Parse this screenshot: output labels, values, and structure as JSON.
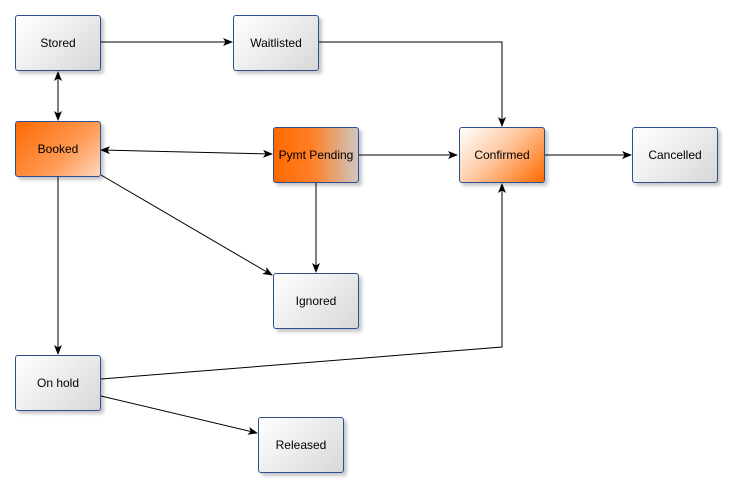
{
  "nodes": {
    "stored": "Stored",
    "waitlisted": "Waitlisted",
    "booked": "Booked",
    "pymt_pending": "Pymt Pending",
    "confirmed": "Confirmed",
    "cancelled": "Cancelled",
    "ignored": "Ignored",
    "on_hold": "On hold",
    "released": "Released"
  },
  "colors": {
    "node_border": "#2d4f8f",
    "highlight": "#ff6a00",
    "edge": "#000000"
  },
  "edges": [
    {
      "from": "Stored",
      "to": "Waitlisted"
    },
    {
      "from": "Waitlisted",
      "to": "Confirmed"
    },
    {
      "from": "Stored",
      "to": "Booked",
      "bidirectional": true
    },
    {
      "from": "Booked",
      "to": "Pymt Pending",
      "bidirectional": true
    },
    {
      "from": "Pymt Pending",
      "to": "Confirmed"
    },
    {
      "from": "Confirmed",
      "to": "Cancelled"
    },
    {
      "from": "Booked",
      "to": "Ignored"
    },
    {
      "from": "Pymt Pending",
      "to": "Ignored"
    },
    {
      "from": "Booked",
      "to": "On hold"
    },
    {
      "from": "On hold",
      "to": "Confirmed"
    },
    {
      "from": "On hold",
      "to": "Released"
    }
  ]
}
